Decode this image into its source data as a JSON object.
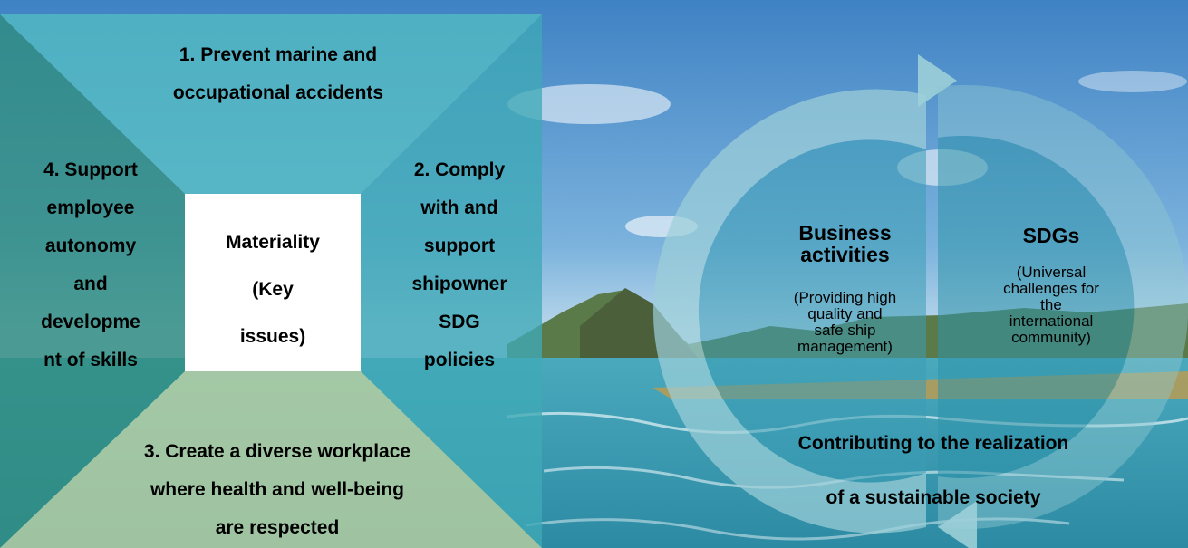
{
  "materiality": {
    "center": "Materiality\n(Key\nissues)",
    "top": "1. Prevent marine and\noccupational accidents",
    "right": "2. Comply\nwith and\nsupport\nshipowner\nSDG\npolicies",
    "bottom": "3. Create a diverse workplace\nwhere health and well-being\nare respected",
    "left": "4. Support\nemployee\nautonomy\nand\ndevelopme\nnt of skills"
  },
  "cycle": {
    "business_title": "Business\nactivities",
    "business_sub": "(Providing high\nquality and\nsafe ship\nmanagement)",
    "sdgs_title": "SDGs",
    "sdgs_sub": "(Universal\nchallenges for\nthe\ninternational\ncommunity)",
    "result": "Contributing to the realization\nof a sustainable society"
  },
  "colors": {
    "top_panel": "#52b9c2",
    "right_panel": "#3fa9b6",
    "left_panel": "#2f8c7e",
    "bottom_panel": "#b8cfa0",
    "center_box": "#ffffff",
    "arrow": "#9ccfd8"
  }
}
